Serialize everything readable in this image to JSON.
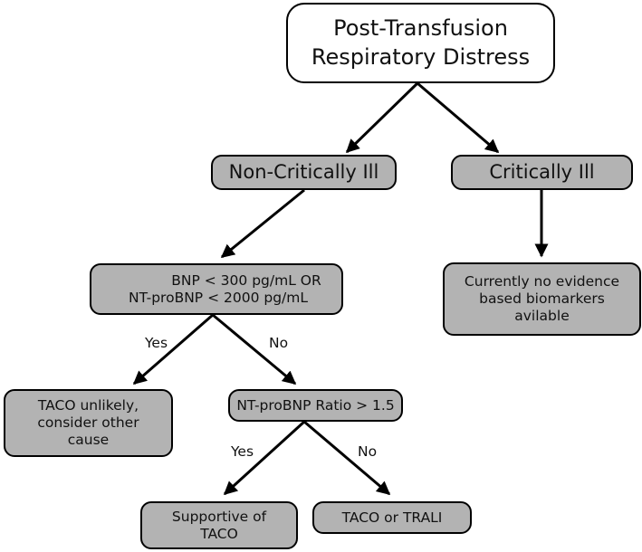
{
  "nodes": {
    "root": {
      "line1": "Post-Transfusion",
      "line2": "Respiratory Distress"
    },
    "non_critical": {
      "label": "Non-Critically Ill"
    },
    "critical": {
      "label": "Critically Ill"
    },
    "bnp_test": {
      "line1": "BNP <  300 pg/mL  OR",
      "line2": "NT-proBNP < 2000 pg/mL"
    },
    "no_biomarkers": {
      "line1": "Currently no evidence",
      "line2": "based biomarkers",
      "line3": "avilable"
    },
    "taco_unlikely": {
      "line1": "TACO unlikely,",
      "line2": "consider other",
      "line3": "cause"
    },
    "ratio_test": {
      "label": "NT-proBNP Ratio > 1.5"
    },
    "supportive_taco": {
      "line1": "Supportive of",
      "line2": "TACO"
    },
    "taco_or_trali": {
      "label": "TACO or TRALI"
    }
  },
  "edges": {
    "bnp_yes": "Yes",
    "bnp_no": "No",
    "ratio_yes": "Yes",
    "ratio_no": "No"
  }
}
